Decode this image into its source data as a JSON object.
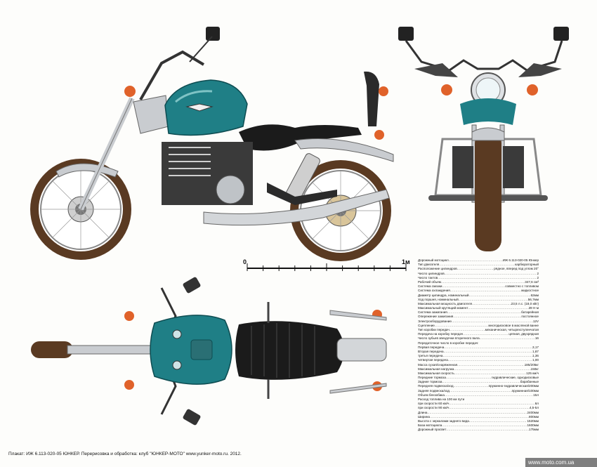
{
  "scale": {
    "start": "0",
    "end": "1м"
  },
  "specs": [
    {
      "label": "Дорожный мотоцикл",
      "value": "ИЖ 6.113-020-05 Юнкер"
    },
    {
      "label": "Тип двигателя",
      "value": "карбюраторный"
    },
    {
      "label": "Расположение цилиндров",
      "value": "рядное, вперед под углом 20°"
    },
    {
      "label": "Число цилиндров",
      "value": "2"
    },
    {
      "label": "Число тактов",
      "value": "2"
    },
    {
      "label": "Рабочий объем",
      "value": "347,6 см³"
    },
    {
      "label": "Система смазки",
      "value": "совместно с топливом"
    },
    {
      "label": "Система охлаждения",
      "value": "жидкостное"
    },
    {
      "label": "Диаметр цилиндра, номинальный",
      "value": "62мм"
    },
    {
      "label": "Ход поршня, номинальный",
      "value": "56,7мм"
    },
    {
      "label": "Максимальная мощность двигателя",
      "value": "23,5 л.с. (18,0 кВт)"
    },
    {
      "label": "Максимальный крутящий момент",
      "value": "39 Н·м"
    },
    {
      "label": "Система зажигания",
      "value": "батарейная"
    },
    {
      "label": "Опережение зажигания",
      "value": "постоянное"
    },
    {
      "label": "Электрооборудование",
      "value": "12V"
    },
    {
      "label": "Сцепление",
      "value": "многодисковое в масляной ванне"
    },
    {
      "label": "Тип коробки передач",
      "value": "механическая, четырехступенчатая"
    },
    {
      "label": "Передача на коробку передач",
      "value": "цепная, двухрядная"
    },
    {
      "label": "Число зубьев звездочки вторичного вала",
      "value": "16"
    },
    {
      "label": "Передаточное число в коробке передач:",
      "value": ""
    },
    {
      "label": "Первая передача",
      "value": "3,17"
    },
    {
      "label": "Вторая передача",
      "value": "1,87"
    },
    {
      "label": "третья передача",
      "value": "1,36"
    },
    {
      "label": "четвертая передача",
      "value": "1,00"
    },
    {
      "label": "Масса сухая/снаряженная",
      "value": "185/205кг"
    },
    {
      "label": "Максимальная нагрузка",
      "value": "150кг"
    },
    {
      "label": "Максимальная скорость",
      "value": "125 км/ч"
    },
    {
      "label": "Передние тормоза",
      "value": "гидравлические, однодисковые"
    },
    {
      "label": "Задние тормоза",
      "value": "барабанные"
    },
    {
      "label": "Передняя подвеска/ход",
      "value": "пружинно-гидравлическая/200мм"
    },
    {
      "label": "Задняя подвеска/ход",
      "value": "пружинная/100мм"
    },
    {
      "label": "Объем бензобака",
      "value": "15л"
    },
    {
      "label": "Расход топлива на 100 км пути",
      "value": ""
    },
    {
      "label": "при скорости 60 км/ч",
      "value": "6л"
    },
    {
      "label": "при скорости 90 км/ч",
      "value": "4,5-5л"
    },
    {
      "label": "Длина",
      "value": "2400мм"
    },
    {
      "label": "Ширина",
      "value": "800мм"
    },
    {
      "label": "Высота с зеркалами заднего вида",
      "value": "1520мм"
    },
    {
      "label": "База мотоцикла",
      "value": "1600мм"
    },
    {
      "label": "Дорожный просвет",
      "value": "175мм"
    }
  ],
  "caption": "Плакат: ИЖ 6.113-020-05 ЮНКЕР. Перерисовка и обработка: клуб \"ЮНКЕР-МОТО\" www.yunker-moto.ru. 2012.",
  "watermark": "www.moto.com.ua",
  "colors": {
    "tank": "#1f7f86",
    "tire": "#5a3a22",
    "chrome": "#c9ccd0",
    "seat": "#1b1b1b",
    "turn-signal": "#e0622a"
  }
}
